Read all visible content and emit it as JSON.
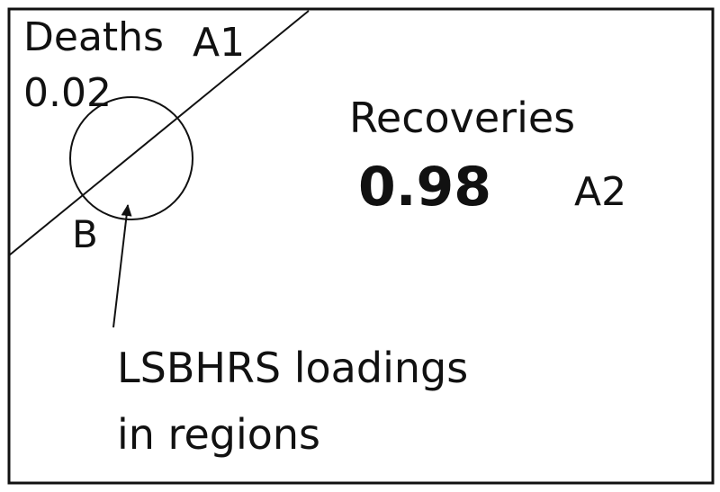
{
  "diagram": {
    "regions": {
      "deaths": {
        "label": "Deaths",
        "value": "0.02",
        "region_label": "A1"
      },
      "recoveries": {
        "label": "Recoveries",
        "value": "0.98",
        "region_label": "A2"
      },
      "circle_region": {
        "label": "B"
      }
    },
    "annotation": {
      "line1": "LSBHRS loadings",
      "line2": "in regions"
    },
    "colors": {
      "stroke": "#111111",
      "background": "#ffffff"
    }
  }
}
